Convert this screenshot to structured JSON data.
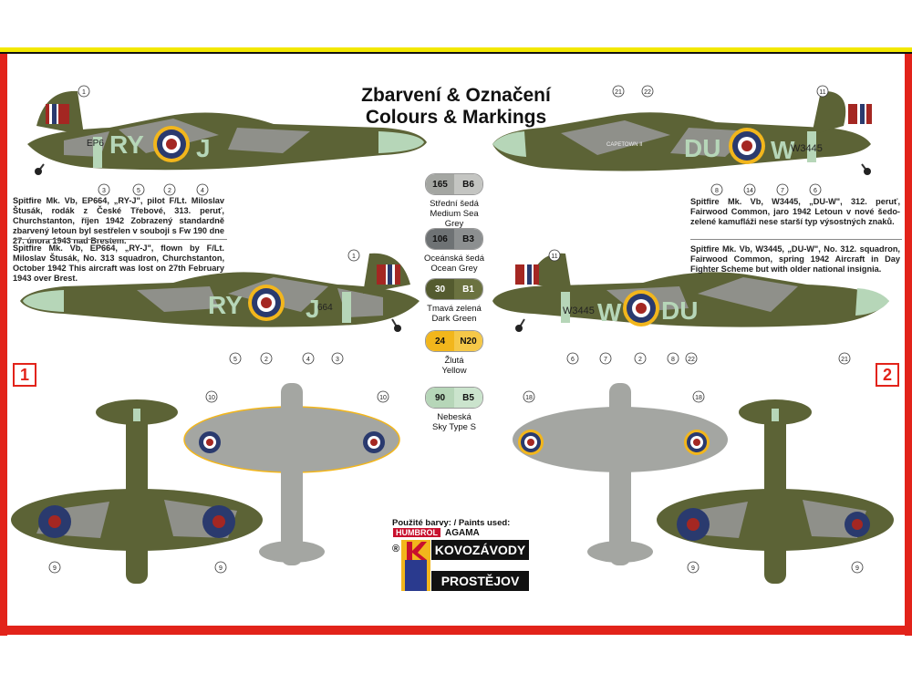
{
  "title": {
    "line1": "Zbarvení & Označení",
    "line2": "Colours & Markings"
  },
  "swatches": [
    {
      "code": "165",
      "ref": "B6",
      "cz": "Střední šedá",
      "en": "Medium Sea Grey",
      "color": "#a4a6a2"
    },
    {
      "code": "106",
      "ref": "B3",
      "cz": "Oceánská šedá",
      "en": "Ocean Grey",
      "color": "#6e7274"
    },
    {
      "code": "30",
      "ref": "B1",
      "cz": "Tmavá zelená",
      "en": "Dark Green",
      "color": "#545b2f"
    },
    {
      "code": "24",
      "ref": "N20",
      "cz": "Žlutá",
      "en": "Yellow",
      "color": "#f2b61c"
    },
    {
      "code": "90",
      "ref": "B5",
      "cz": "Nebeská",
      "en": "Sky Type S",
      "color": "#b6d6b8"
    }
  ],
  "scheme1": {
    "badge": "1",
    "desc_cz": "Spitfire Mk. Vb, EP664, „RY-J\", pilot F/Lt. Miloslav Štusák, rodák z České Třebové, 313. peruť, Churchstanton, říjen 1942 Zobrazený standardně zbarvený letoun byl sestřelen v souboji s Fw 190 dne 27. února 1943 nad Brestem.",
    "desc_en": "Spitfire Mk. Vb, EP664, „RY-J\", flown by F/Lt. Miloslav Štusák, No. 313 squadron, Churchstanton, October 1942 This aircraft was lost on 27th February 1943 over Brest.",
    "code_left": "RY",
    "code_right": "J",
    "serial": "EP664",
    "serial_short": "EP6",
    "serial_tail": "664"
  },
  "scheme2": {
    "badge": "2",
    "desc_cz": "Spitfire Mk. Vb, W3445, „DU-W\", 312. peruť, Fairwood Common, jaro 1942 Letoun v nové šedo-zelené kamufláži nese starší typ výsostných znaků.",
    "desc_en": "Spitfire Mk. Vb, W3445, „DU-W\", No. 312. squadron, Fairwood Common, spring 1942 Aircraft in Day Fighter Scheme but with older national insignia.",
    "code_left": "DU",
    "code_right": "W",
    "serial": "W3445",
    "nose_art": "CAPETOWN II"
  },
  "callouts": {
    "p1_top": [
      "1",
      "3",
      "5",
      "2",
      "4"
    ],
    "p1_bot": [
      "1",
      "5",
      "2",
      "4",
      "3"
    ],
    "p2_top": [
      "21",
      "22",
      "11",
      "8",
      "14",
      "7",
      "6"
    ],
    "p2_bot": [
      "11",
      "6",
      "7",
      "2",
      "8",
      "22",
      "21"
    ],
    "roundel_left": "10",
    "roundel_right": "18",
    "wing": "9"
  },
  "paints": {
    "label": "Použité barvy: / Paints used:",
    "brand1": "HUMBROL",
    "brand2": "AGAMA"
  },
  "manufacturer": {
    "line1": "KOVOZÁVODY",
    "line2": "PROSTĚJOV",
    "reg": "®"
  }
}
